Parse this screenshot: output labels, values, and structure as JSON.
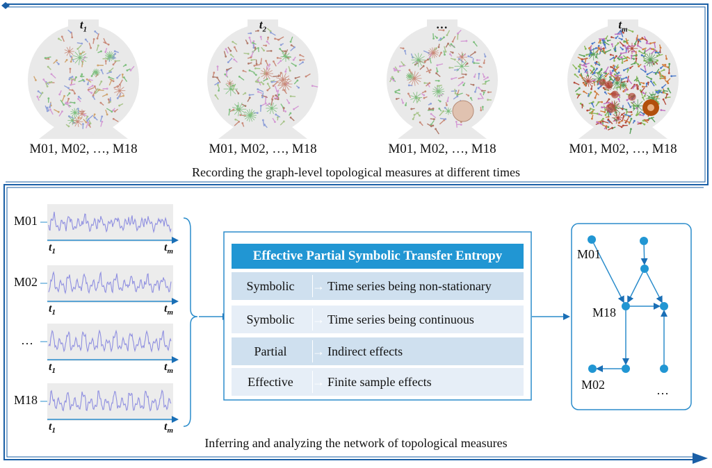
{
  "top_section": {
    "flasks": [
      {
        "time_label": "t",
        "time_sub": "1",
        "measures": "M01, M02, …, M18"
      },
      {
        "time_label": "t",
        "time_sub": "2",
        "measures": "M01, M02, …, M18"
      },
      {
        "time_label": "…",
        "time_sub": "",
        "measures": "M01, M02, …, M18"
      },
      {
        "time_label": "t",
        "time_sub": "m",
        "measures": "M01, M02, …, M18"
      }
    ],
    "caption": "Recording the graph-level topological measures at different times"
  },
  "bottom_section": {
    "series": [
      {
        "label": "M01",
        "t_start": "1",
        "t_end": "m"
      },
      {
        "label": "M02",
        "t_start": "1",
        "t_end": "m"
      },
      {
        "label": "…",
        "t_start": "1",
        "t_end": "m"
      },
      {
        "label": "M18",
        "t_start": "1",
        "t_end": "m"
      }
    ],
    "axis_symbol": "t",
    "table": {
      "title": "Effective Partial Symbolic Transfer Entropy",
      "rows": [
        {
          "term": "Symbolic",
          "meaning": "Time series being non-stationary"
        },
        {
          "term": "Symbolic",
          "meaning": "Time series being continuous"
        },
        {
          "term": "Partial",
          "meaning": "Indirect effects"
        },
        {
          "term": "Effective",
          "meaning": "Finite sample effects"
        }
      ],
      "arrow_glyph": "→"
    },
    "network": {
      "node_labels": [
        "M01",
        "M18",
        "M02",
        "…"
      ]
    },
    "caption": "Inferring and analyzing  the network of topological measures"
  },
  "colors": {
    "frame": "#1a5fa6",
    "accent": "#2196d3",
    "row_dark": "#cfe0ef",
    "row_light": "#e6eef7",
    "series_line": "#8e8ee0",
    "series_bg": "#ececec"
  }
}
